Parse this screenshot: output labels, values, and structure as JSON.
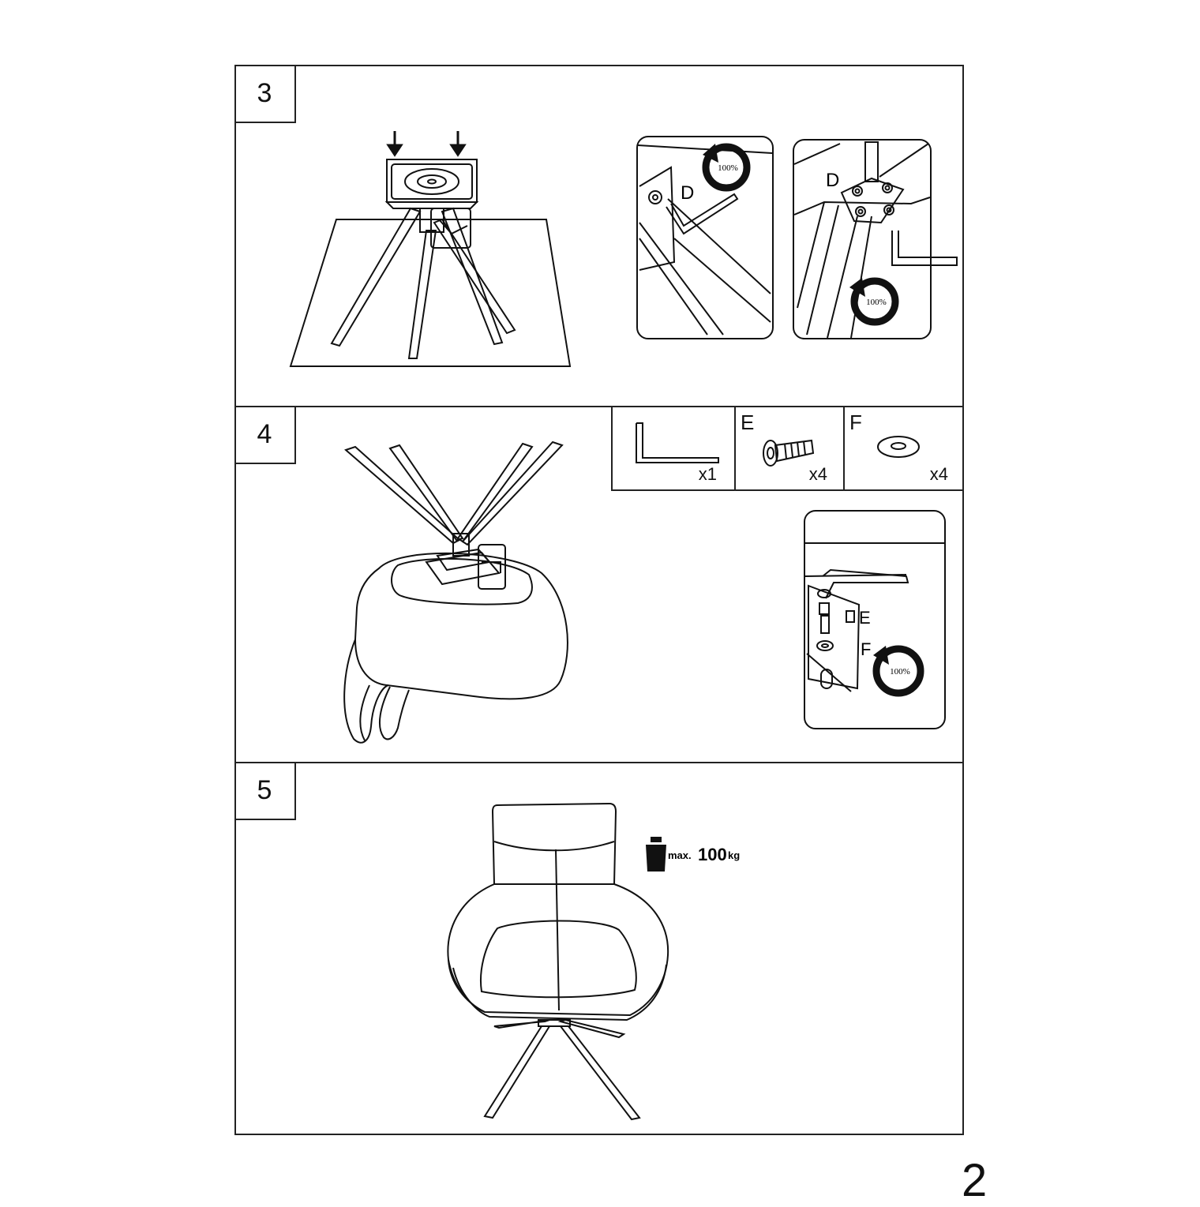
{
  "steps": [
    {
      "number": "3"
    },
    {
      "number": "4"
    },
    {
      "number": "5"
    }
  ],
  "step3": {
    "detail_left": {
      "part_label": "D",
      "torque": "100%"
    },
    "detail_right": {
      "part_label": "D",
      "torque": "100%"
    }
  },
  "step4": {
    "parts": [
      {
        "letter": "",
        "qty": "x1",
        "icon": "hex-key-icon"
      },
      {
        "letter": "E",
        "qty": "x4",
        "icon": "bolt-icon"
      },
      {
        "letter": "F",
        "qty": "x4",
        "icon": "washer-icon"
      }
    ],
    "detail": {
      "bolt_label": "E",
      "washer_label": "F",
      "torque": "100%"
    }
  },
  "step5": {
    "load_prefix": "max.",
    "load_value": "100",
    "load_unit": "kg"
  },
  "page_number": "2"
}
